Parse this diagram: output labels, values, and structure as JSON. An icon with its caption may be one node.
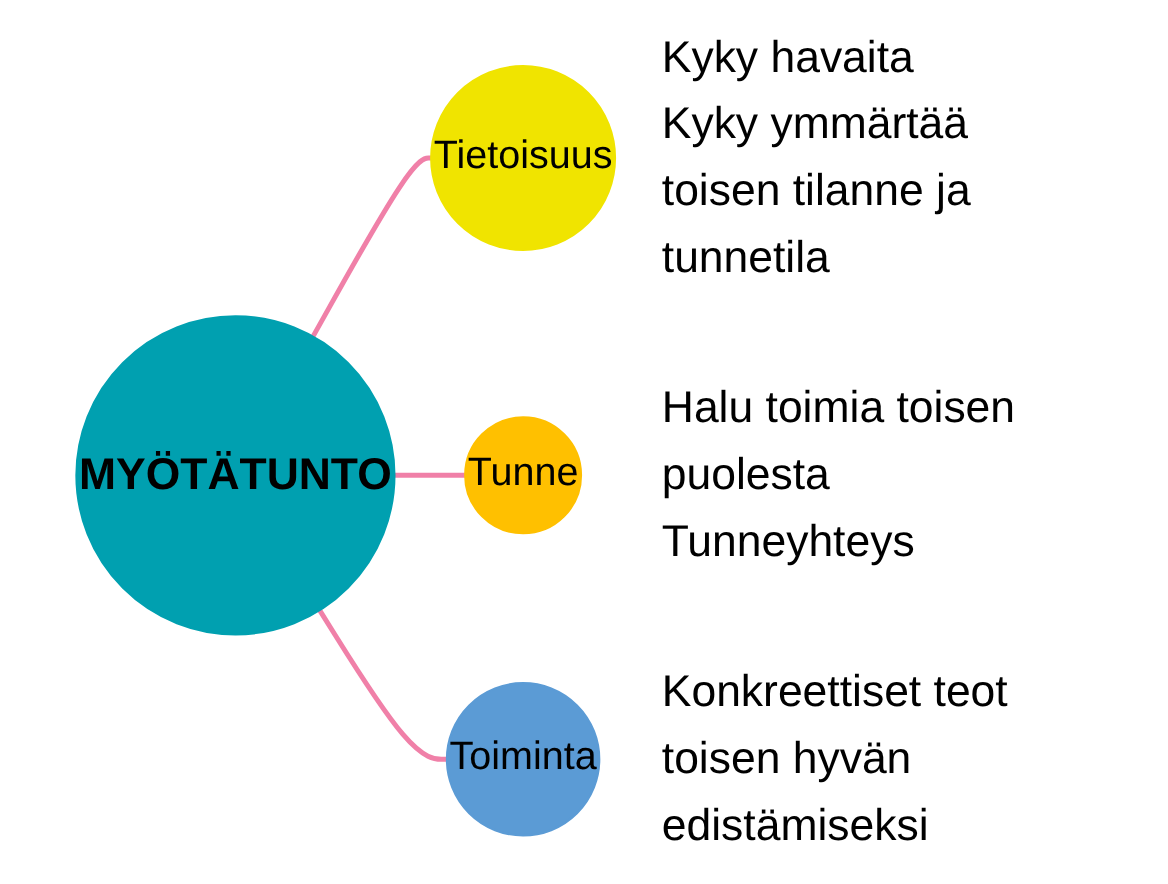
{
  "diagram": {
    "nodes": [
      {
        "text": [
          "MYÖTÄTUNTO"
        ]
      },
      {
        "text": [
          "Tietoisuus"
        ],
        "beside": [
          "Kyky havaita",
          "Kyky ymmärtää toisen tilanne ja tunnetila"
        ]
      },
      {
        "text": [
          "Tunne"
        ],
        "beside": [
          "Halu toimia toisen puolesta",
          "Tunneyhteys"
        ]
      },
      {
        "text": [
          "Toiminta"
        ],
        "beside": [
          "Konkreettiset teot toisen hyvän edistämiseksi"
        ]
      }
    ],
    "edges": [
      {
        "from": 0,
        "to": 1,
        "arrow": "none"
      },
      {
        "from": 0,
        "to": 2,
        "arrow": "none"
      },
      {
        "from": 0,
        "to": 3,
        "arrow": "none"
      }
    ]
  }
}
